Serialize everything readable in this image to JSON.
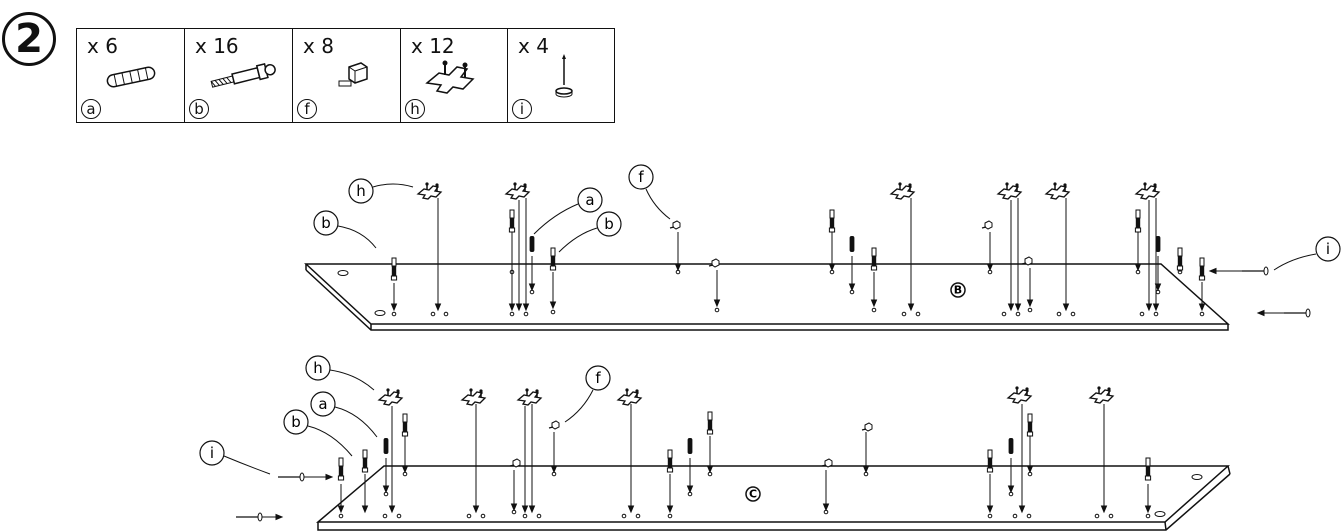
{
  "step": {
    "number": "2"
  },
  "parts": [
    {
      "qty": "x 6",
      "letter": "a",
      "icon": "dowel-icon"
    },
    {
      "qty": "x 16",
      "letter": "b",
      "icon": "cam-bolt-icon"
    },
    {
      "qty": "x 8",
      "letter": "f",
      "icon": "shelf-support-icon"
    },
    {
      "qty": "x 12",
      "letter": "h",
      "icon": "hinge-plate-icon"
    },
    {
      "qty": "x 4",
      "letter": "i",
      "icon": "nail-glide-icon"
    }
  ],
  "panels": [
    {
      "label": "B",
      "callouts": [
        "h",
        "b",
        "a",
        "b",
        "f",
        "i"
      ]
    },
    {
      "label": "C",
      "callouts": [
        "h",
        "a",
        "b",
        "f",
        "i"
      ]
    }
  ]
}
